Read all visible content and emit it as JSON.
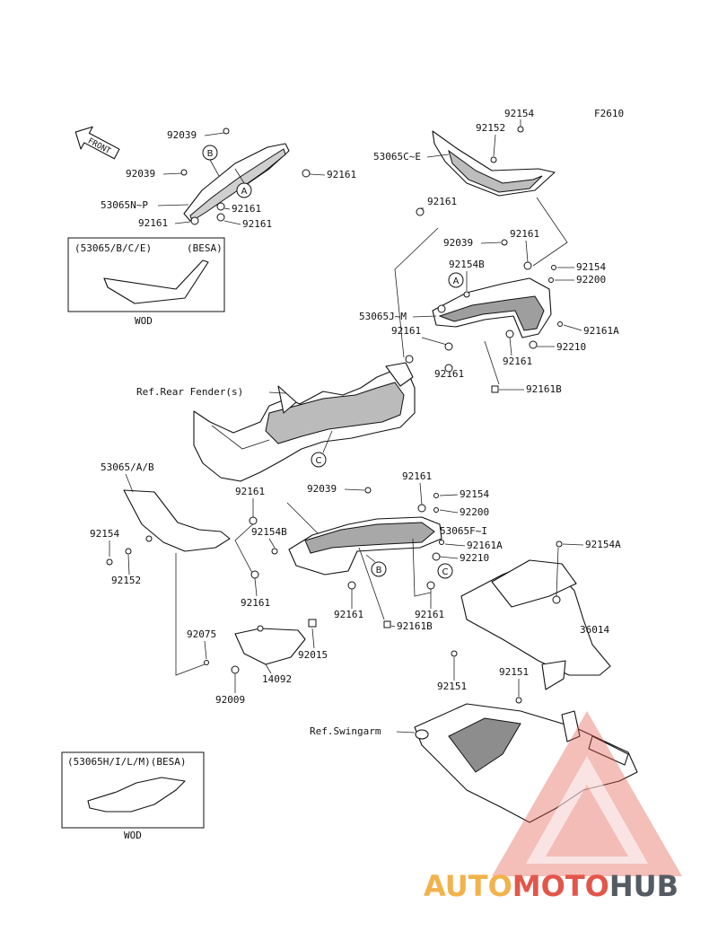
{
  "figure_code": "F2610",
  "front_arrow_text": "FRONT",
  "callouts": [
    "A",
    "B",
    "C"
  ],
  "part_labels": {
    "p92039_top": "92039",
    "p92039_left": "92039",
    "p53065NP": "53065N~P",
    "p92161_l1": "92161",
    "p92161_l2": "92161",
    "p92161_l3": "92161",
    "p92161_l4": "92161",
    "p92154_top": "92154",
    "p92152_top": "92152",
    "p53065CE": "53065C~E",
    "p92161_m1": "92161",
    "p92039_mid": "92039",
    "p92161_m2": "92161",
    "p92154B_mid": "92154B",
    "p92154_r": "92154",
    "p92200_r": "92200",
    "p53065JM": "53065J~M",
    "p92161A_r": "92161A",
    "p92161_m3": "92161",
    "p92210_r": "92210",
    "p92161_m4": "92161",
    "p92161_m5": "92161",
    "p92161B_r": "92161B",
    "ref_rear_fender": "Ref.Rear Fender(s)",
    "p53065AB": "53065/A/B",
    "p92161_lo1": "92161",
    "p92039_lo": "92039",
    "p92161_lo2": "92161",
    "p92154_lo": "92154",
    "p92200_lo": "92200",
    "p92154_ll": "92154",
    "p92154B_lo": "92154B",
    "p53065FI": "53065F~I",
    "p92152_ll": "92152",
    "p92161A_lo": "92161A",
    "p92210_lo": "92210",
    "p92154A": "92154A",
    "p92161_lo3": "92161",
    "p92161_lo4": "92161",
    "p92161_lo5": "92161",
    "p92161B_lo": "92161B",
    "p36014": "36014",
    "p92075": "92075",
    "p92015": "92015",
    "p92009": "92009",
    "p14092": "14092",
    "p92151_a": "92151",
    "p92151_b": "92151",
    "ref_swingarm": "Ref.Swingarm"
  },
  "inset_top": {
    "header_left": "(53065/B/C/E)",
    "header_right": "(BESA)",
    "footer": "WOD"
  },
  "inset_bottom": {
    "header": "(53065H/I/L/M)(BESA)",
    "footer": "WOD"
  },
  "watermark": {
    "part1": "AUTO",
    "part2": "MOTO",
    "part3": "HUB",
    "colors": {
      "auto": "#f2b24c",
      "moto": "#e3564a",
      "hub": "#555b62"
    }
  }
}
